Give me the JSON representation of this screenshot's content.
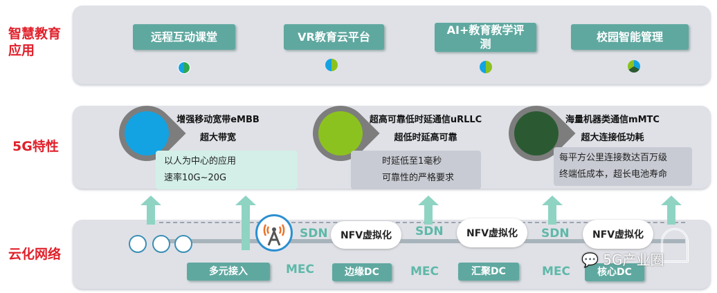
{
  "layers": {
    "app": "智慧教育\n应用",
    "app_l1": "智慧教育",
    "app_l2": "应用",
    "features": "5G特性",
    "cloud": "云化网络"
  },
  "apps": [
    {
      "label": "远程互动课堂",
      "icon": "pie-chart-icon"
    },
    {
      "label": "VR教育云平台",
      "icon": "pie-chart-icon"
    },
    {
      "label": "AI+教育教学评测",
      "icon": "pie-chart-icon"
    },
    {
      "label": "校园智能管理",
      "icon": "pie-chart-icon"
    }
  ],
  "features": [
    {
      "title": "增强移动宽带eMBB",
      "subtitle": "超大带宽",
      "lines": [
        "以人为中心的应用",
        "速率10G~20G"
      ],
      "color": "#13a3e3"
    },
    {
      "title": "超高可靠低时延通信uRLLC",
      "subtitle": "超低时延高可靠",
      "lines": [
        "时延低至1毫秒",
        "可靠性的严格要求"
      ],
      "color": "#8cc21f"
    },
    {
      "title": "海量机器类通信mMTC",
      "subtitle": "超大连接低功耗",
      "lines": [
        "每平方公里连接数达百万级",
        "终端低成本，超长电池寿命"
      ],
      "color": "#2b5a32"
    }
  ],
  "network": {
    "sdn": "SDN",
    "nfv": "NFV虚拟化",
    "mec": "MEC",
    "access": "多元接入",
    "edge": "边缘DC",
    "agg": "汇聚DC",
    "core": "核心DC"
  },
  "watermark": "5G产业圈",
  "colors": {
    "accent": "#5fa8a0",
    "label": "#e0202a"
  }
}
